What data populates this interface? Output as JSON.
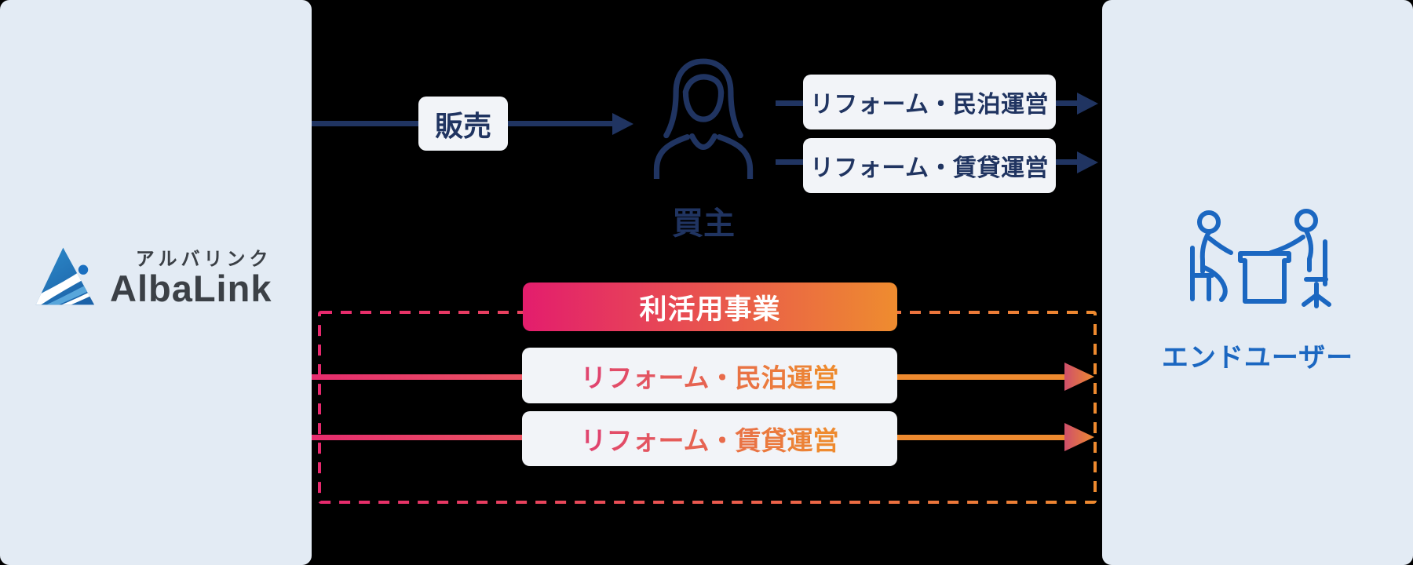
{
  "colors": {
    "background": "#000000",
    "panel_bg": "#e3ebf4",
    "card_bg": "#f2f4f8",
    "navy": "#203461",
    "pink": "#e62e6e",
    "orange": "#ee8a2f",
    "end_user_blue": "#1b67c1",
    "header_gradient_start": "#e31d6d",
    "header_gradient_end": "#ee8c2f",
    "box_text_gradient": "#e0446e,#ee8a2f",
    "logo_text": "#3b4046",
    "logo_blue": "#2a84c8"
  },
  "left_panel": {
    "logo_jp": "アルバリンク",
    "logo_en": "AlbaLink"
  },
  "right_panel": {
    "label": "エンドユーザー"
  },
  "top_flow": {
    "sale_label": "販売",
    "buyer_label": "買主",
    "boxes": [
      {
        "label": "リフォーム・民泊運営"
      },
      {
        "label": "リフォーム・賃貸運営"
      }
    ]
  },
  "bottom_flow": {
    "header": "利活用事業",
    "boxes": [
      {
        "label": "リフォーム・民泊運営"
      },
      {
        "label": "リフォーム・賃貸運営"
      }
    ]
  }
}
